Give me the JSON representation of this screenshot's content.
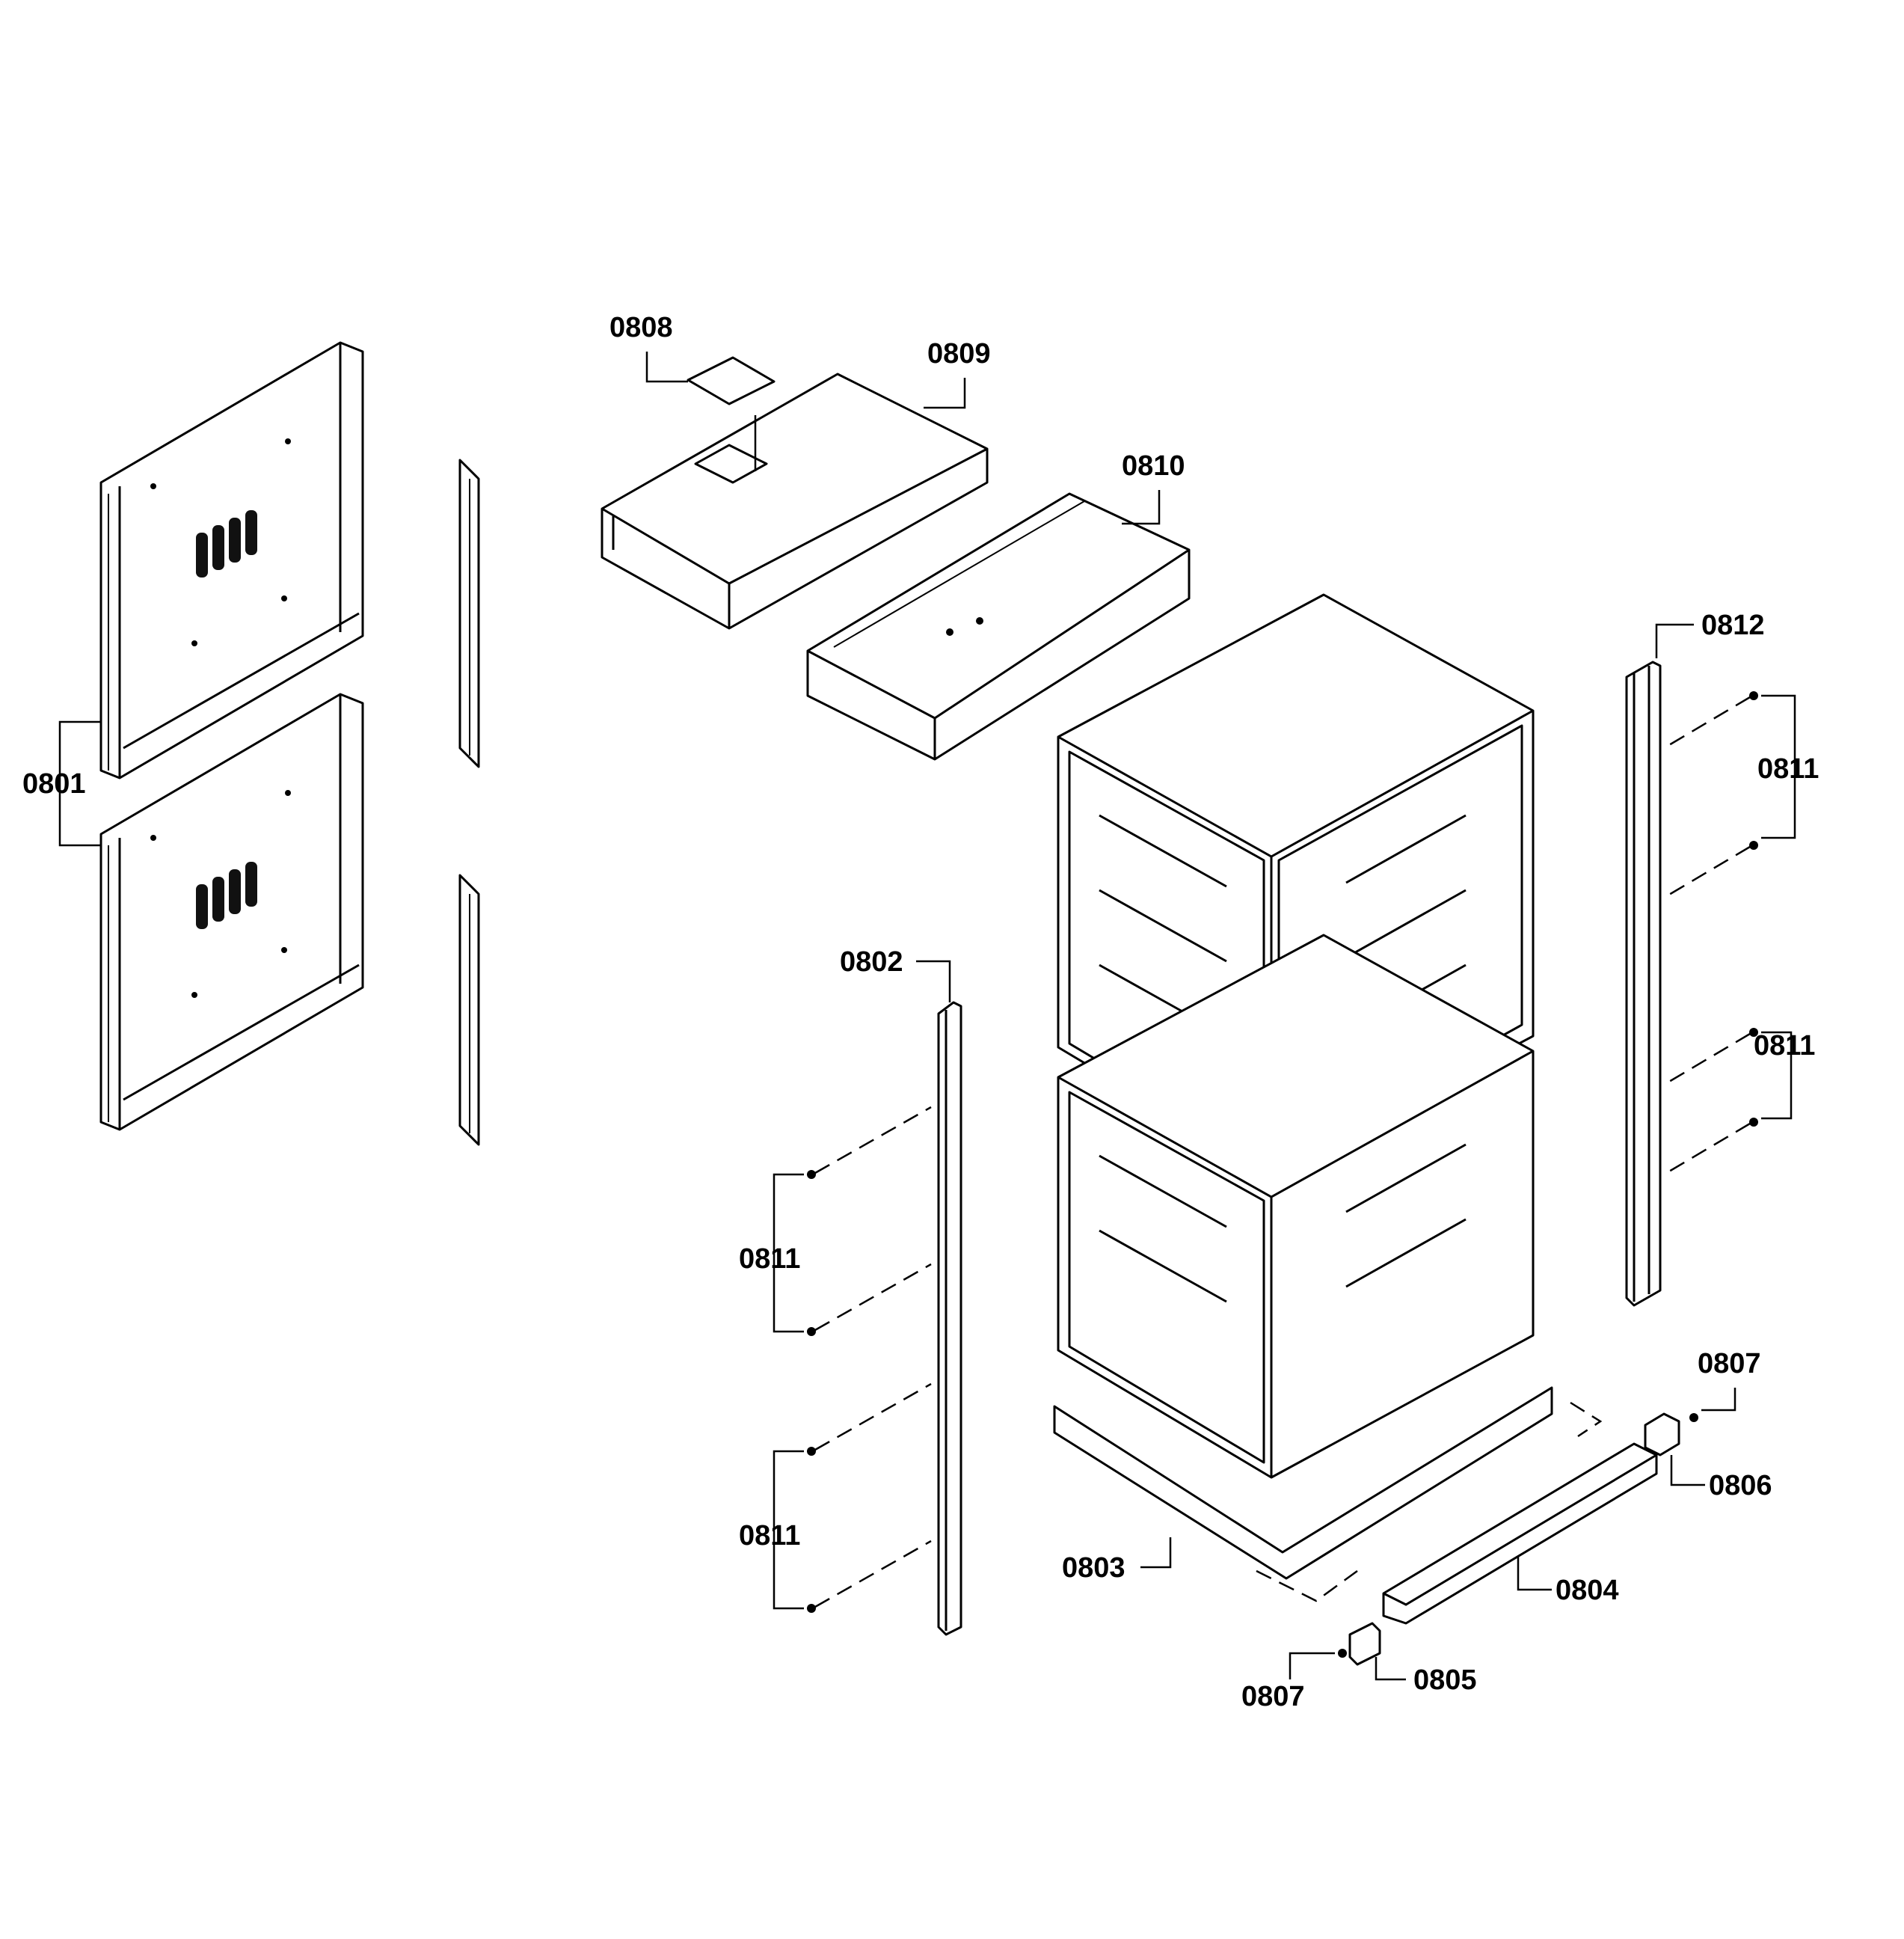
{
  "diagram": {
    "callouts": {
      "c0801": "0801",
      "c0802": "0802",
      "c0803": "0803",
      "c0804": "0804",
      "c0805": "0805",
      "c0806": "0806",
      "c0807a": "0807",
      "c0807b": "0807",
      "c0808": "0808",
      "c0809": "0809",
      "c0810": "0810",
      "c0811a": "0811",
      "c0811b": "0811",
      "c0811c": "0811",
      "c0811d": "0811",
      "c0812": "0812"
    }
  }
}
